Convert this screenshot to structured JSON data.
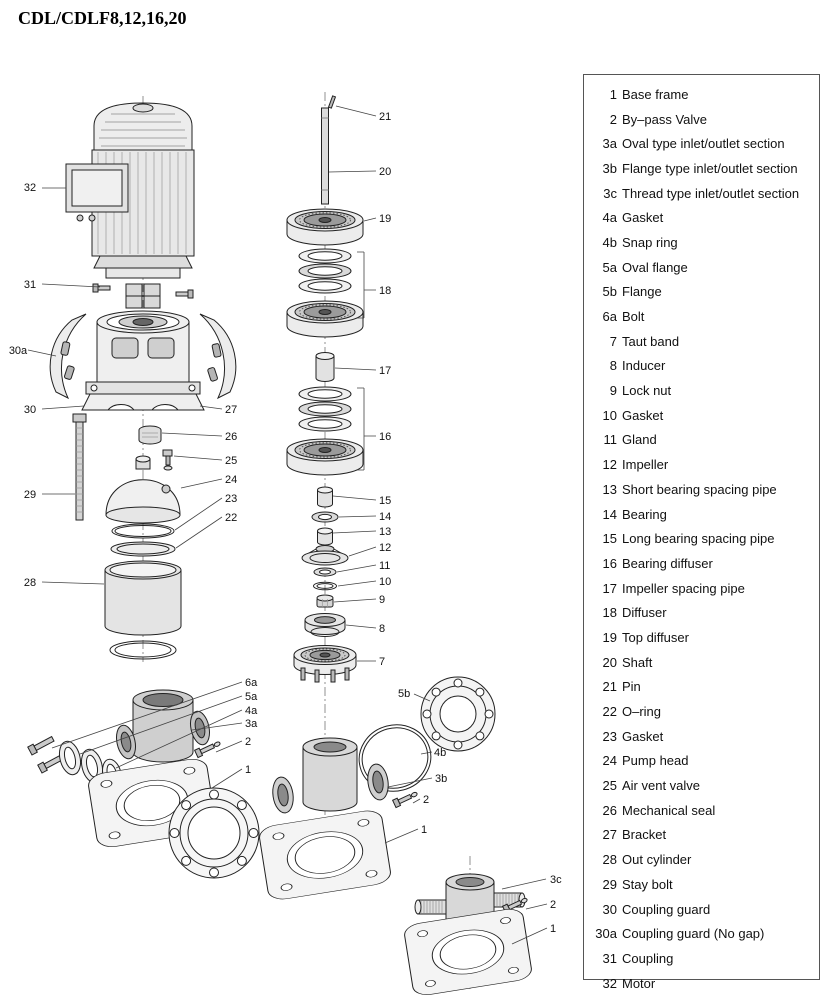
{
  "title": "CDL/CDLF8,12,16,20",
  "colors": {
    "ink": "#222222",
    "background": "#ffffff",
    "fill_light": "#ececec",
    "fill_mid": "#d8d8d8",
    "fill_dark": "#8f8f8f"
  },
  "parts_list": {
    "items": [
      {
        "num": "1",
        "label": "Base frame"
      },
      {
        "num": "2",
        "label": "By–pass Valve"
      },
      {
        "num": "3a",
        "label": "Oval type inlet/outlet section"
      },
      {
        "num": "3b",
        "label": "Flange type inlet/outlet section"
      },
      {
        "num": "3c",
        "label": "Thread type inlet/outlet section"
      },
      {
        "num": "4a",
        "label": "Gasket"
      },
      {
        "num": "4b",
        "label": "Snap ring"
      },
      {
        "num": "5a",
        "label": "Oval flange"
      },
      {
        "num": "5b",
        "label": "Flange"
      },
      {
        "num": "6a",
        "label": "Bolt"
      },
      {
        "num": "7",
        "label": "Taut band"
      },
      {
        "num": "8",
        "label": "Inducer"
      },
      {
        "num": "9",
        "label": "Lock nut"
      },
      {
        "num": "10",
        "label": "Gasket"
      },
      {
        "num": "11",
        "label": "Gland"
      },
      {
        "num": "12",
        "label": "Impeller"
      },
      {
        "num": "13",
        "label": "Short bearing spacing pipe"
      },
      {
        "num": "14",
        "label": "Bearing"
      },
      {
        "num": "15",
        "label": "Long bearing spacing pipe"
      },
      {
        "num": "16",
        "label": "Bearing diffuser"
      },
      {
        "num": "17",
        "label": "Impeller spacing pipe"
      },
      {
        "num": "18",
        "label": "Diffuser"
      },
      {
        "num": "19",
        "label": "Top diffuser"
      },
      {
        "num": "20",
        "label": "Shaft"
      },
      {
        "num": "21",
        "label": "Pin"
      },
      {
        "num": "22",
        "label": "O–ring"
      },
      {
        "num": "23",
        "label": "Gasket"
      },
      {
        "num": "24",
        "label": "Pump head"
      },
      {
        "num": "25",
        "label": "Air vent valve"
      },
      {
        "num": "26",
        "label": "Mechanical seal"
      },
      {
        "num": "27",
        "label": "Bracket"
      },
      {
        "num": "28",
        "label": "Out cylinder"
      },
      {
        "num": "29",
        "label": "Stay bolt"
      },
      {
        "num": "30",
        "label": "Coupling guard"
      },
      {
        "num": "30a",
        "label": "Coupling guard (No gap)"
      },
      {
        "num": "31",
        "label": "Coupling"
      },
      {
        "num": "32",
        "label": "Motor"
      }
    ]
  },
  "diagram": {
    "callouts": {
      "motor": "32",
      "coupling": "31",
      "coupling_guard_nogap": "30a",
      "coupling_guard": "30",
      "stay_bolt": "29",
      "out_cylinder": "28",
      "bracket": "27",
      "mechanical_seal": "26",
      "air_vent_valve": "25",
      "pump_head": "24",
      "gasket_23": "23",
      "o_ring_22": "22",
      "bolt_6a": "6a",
      "oval_flange_5a": "5a",
      "gasket_4a": "4a",
      "oval_section_3a": "3a",
      "bypass_valve_left": "2",
      "base_frame_left": "1",
      "pin": "21",
      "shaft": "20",
      "top_diffuser": "19",
      "diffuser": "18",
      "impeller_spacing_pipe": "17",
      "bearing_diffuser": "16",
      "long_bearing_pipe": "15",
      "bearing": "14",
      "short_bearing_pipe": "13",
      "impeller": "12",
      "gland": "11",
      "gasket_10": "10",
      "lock_nut": "9",
      "inducer": "8",
      "taut_band": "7",
      "flange_5b": "5b",
      "snap_ring_4b": "4b",
      "flange_section_3b": "3b",
      "bypass_valve_mid": "2",
      "base_frame_mid": "1",
      "thread_section_3c": "3c",
      "bypass_valve_right": "2",
      "base_frame_right": "1"
    }
  }
}
